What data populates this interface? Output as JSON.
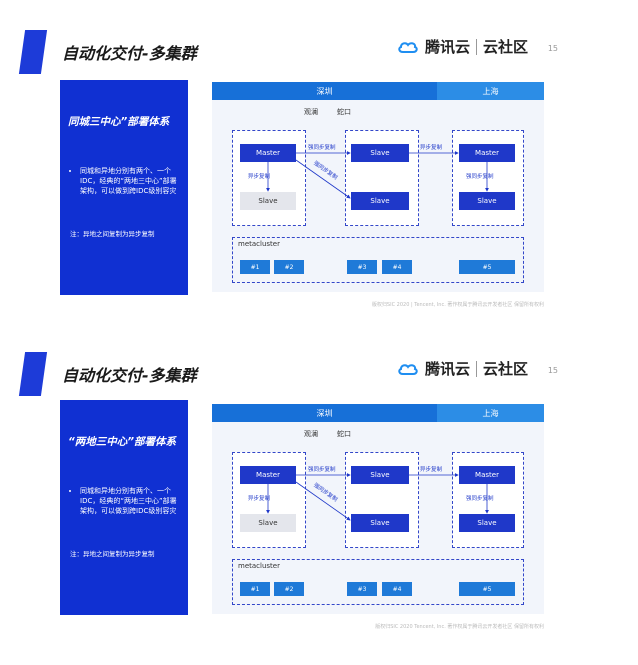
{
  "slides": [
    {
      "title": "自动化交付-多集群",
      "logo_text": "腾讯云",
      "logo_sub": "云社区",
      "page_number": "15",
      "panel_heading": "同城三中心”部署体系",
      "panel_bullet": "同城和异地分别有两个、一个IDC，经典的“两地三中心”部署架构，可以做到跨IDC级别容灾",
      "panel_note": "注：异地之间复制为异步复制",
      "region_shenzhen": "深圳",
      "region_shanghai": "上海",
      "sub_guanlan": "观澜",
      "sub_shekou": "蛇口",
      "node_master_1": "Master",
      "node_slave_1": "Slave",
      "node_slave_2": "Slave",
      "node_slave_3": "Slave",
      "node_master_2": "Master",
      "node_slave_4": "Slave",
      "tag_strong_1": "强同步复制",
      "tag_async_1": "异步复制",
      "tag_strong_2": "强同步复制",
      "tag_async_2": "异步复制",
      "tag_strong_3": "强同步复制",
      "metacluster": "metacluster",
      "chips": [
        "#1",
        "#2",
        "#3",
        "#4",
        "#5"
      ],
      "footer": "版权归SIC 2020 | Tencent, Inc. 著作权属于腾讯云开发者社区 保留所有权利"
    },
    {
      "title": "自动化交付-多集群",
      "logo_text": "腾讯云",
      "logo_sub": "云社区",
      "page_number": "15",
      "panel_heading": "“两地三中心”部署体系",
      "panel_bullet": "同城和异地分别有两个、一个IDC，经典的“两地三中心”部署架构，可以做到跨IDC级别容灾",
      "panel_note": "注：异地之间复制为异步复制",
      "region_shenzhen": "深圳",
      "region_shanghai": "上海",
      "sub_guanlan": "观澜",
      "sub_shekou": "蛇口",
      "node_master_1": "Master",
      "node_slave_1": "Slave",
      "node_slave_2": "Slave",
      "node_slave_3": "Slave",
      "node_master_2": "Master",
      "node_slave_4": "Slave",
      "tag_strong_1": "强同步复制",
      "tag_async_1": "异步复制",
      "tag_strong_2": "强同步复制",
      "tag_async_2": "异步复制",
      "tag_strong_3": "强同步复制",
      "metacluster": "metacluster",
      "chips": [
        "#1",
        "#2",
        "#3",
        "#4",
        "#5"
      ],
      "footer": "版权归SIC 2020 Tencent, Inc. 著作权属于腾讯云开发者社区 保留所有权利"
    }
  ],
  "colors": {
    "panel_blue": "#1030d2",
    "node_blue": "#1f38c9",
    "header_blue": "#1770d8",
    "header_blue_light": "#2c8de6",
    "chip_blue": "#1f7ad8"
  }
}
